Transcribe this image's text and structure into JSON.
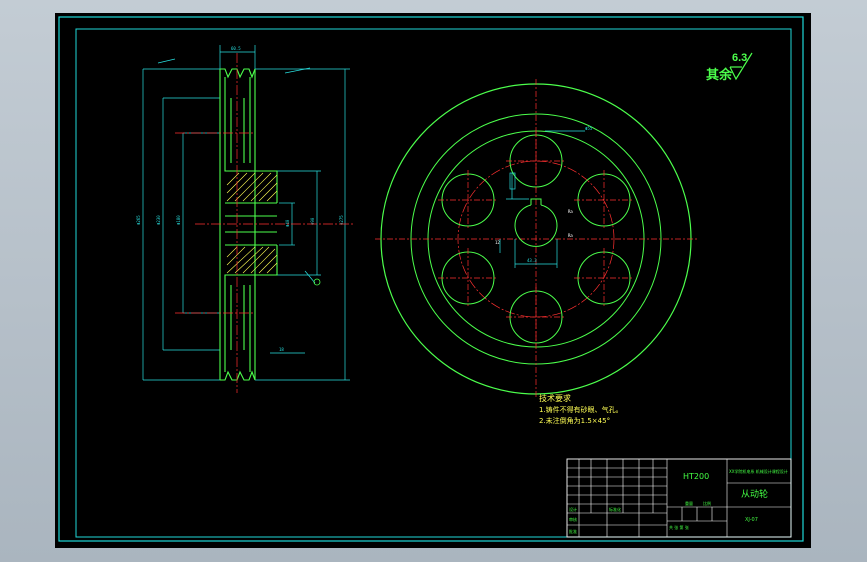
{
  "colors": {
    "background": "#000000",
    "border": "#1fd8d8",
    "outline": "#4cff4c",
    "centerline": "#ff3030",
    "dimension": "#28e0e0",
    "hatch": "#ffff55",
    "white": "#ffffff",
    "titleblock_text": "#44ff44"
  },
  "roughness": {
    "value": "6.3",
    "label": "其余"
  },
  "notes": {
    "heading": "技术要求",
    "line1": "1.铸件不得有砂眼、气孔。",
    "line2": "2.未注倒角为1.5×45°"
  },
  "title_block": {
    "material": "HT200",
    "part_name": "从动轮",
    "school": "XX学院机电系 机械设计课程设计",
    "drawing_no": "XJ-07",
    "weight_label": "重量",
    "scale_label": "比例",
    "sheet_label": "共 张 第 张",
    "design_label": "设计",
    "check_label": "审核",
    "approve_label": "批准",
    "standard_label": "标准化"
  }
}
